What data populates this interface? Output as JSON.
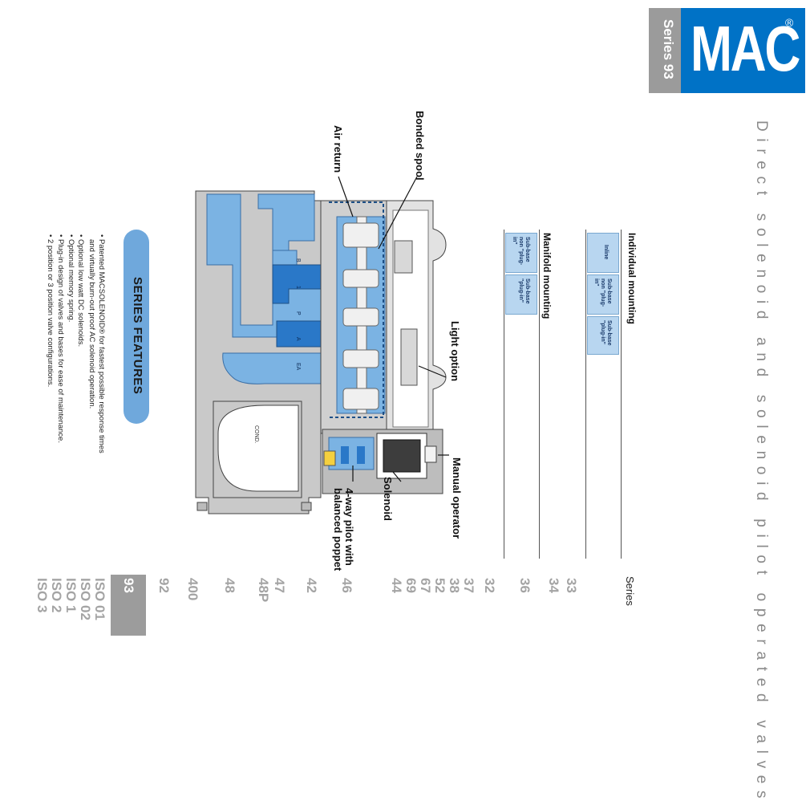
{
  "header": {
    "series_tab": "Series 93",
    "brand": "MAC",
    "brand_reg": "®"
  },
  "page_heading": "Direct solenoid and solenoid pilot operated valves",
  "mounting": {
    "individual_heading": "Individual mounting",
    "individual_options": [
      "Inline",
      "Sub-base non \"plug-in\"",
      "Sub-base \"plug-in\""
    ],
    "manifold_heading": "Manifold mounting",
    "manifold_options": [
      "Sub-base non \"plug-in\"",
      "Sub-base \"plug-in\""
    ]
  },
  "series": {
    "label": "Series",
    "numbers": [
      "33",
      "34",
      "36",
      "32",
      "37",
      "38",
      "52",
      "67",
      "69",
      "44",
      "46",
      "42",
      "47",
      "48P",
      "48",
      "400",
      "92",
      "93",
      "ISO 01",
      "ISO 02",
      "ISO 1",
      "ISO 2",
      "ISO 3"
    ],
    "active": "93"
  },
  "features": {
    "title": "SERIES FEATURES",
    "items": [
      "• Patented MACSOLENOID® for fastest possible response times",
      "and virtually burn-out proof AC solenoid operation.",
      "• Optional low watt DC solenoids.",
      "• Optional memory spring.",
      "• Plug-in design of valves and bases for ease of maintenance.",
      "• 2 position or 3 position valve configurations."
    ]
  },
  "callouts": {
    "bonded_spool": "Bonded spool",
    "air_return": "Air return",
    "light_option": "Light option",
    "manual_operator": "Manual operator",
    "solenoid": "Solenoid",
    "pilot_line1": "4-way pilot with",
    "pilot_line2": "balanced poppet"
  },
  "diagram_labels": {
    "port_b": "B",
    "port_1": "1",
    "port_p": "P",
    "port_a": "A",
    "port_ea": "EA",
    "cond": "COND."
  },
  "colors": {
    "brand_blue": "#0072c6",
    "tab_gray": "#9b9b9b",
    "feature_blue": "#6fa8dc",
    "fluid_light": "#7bb3e3",
    "fluid_dark": "#2a78c8"
  }
}
